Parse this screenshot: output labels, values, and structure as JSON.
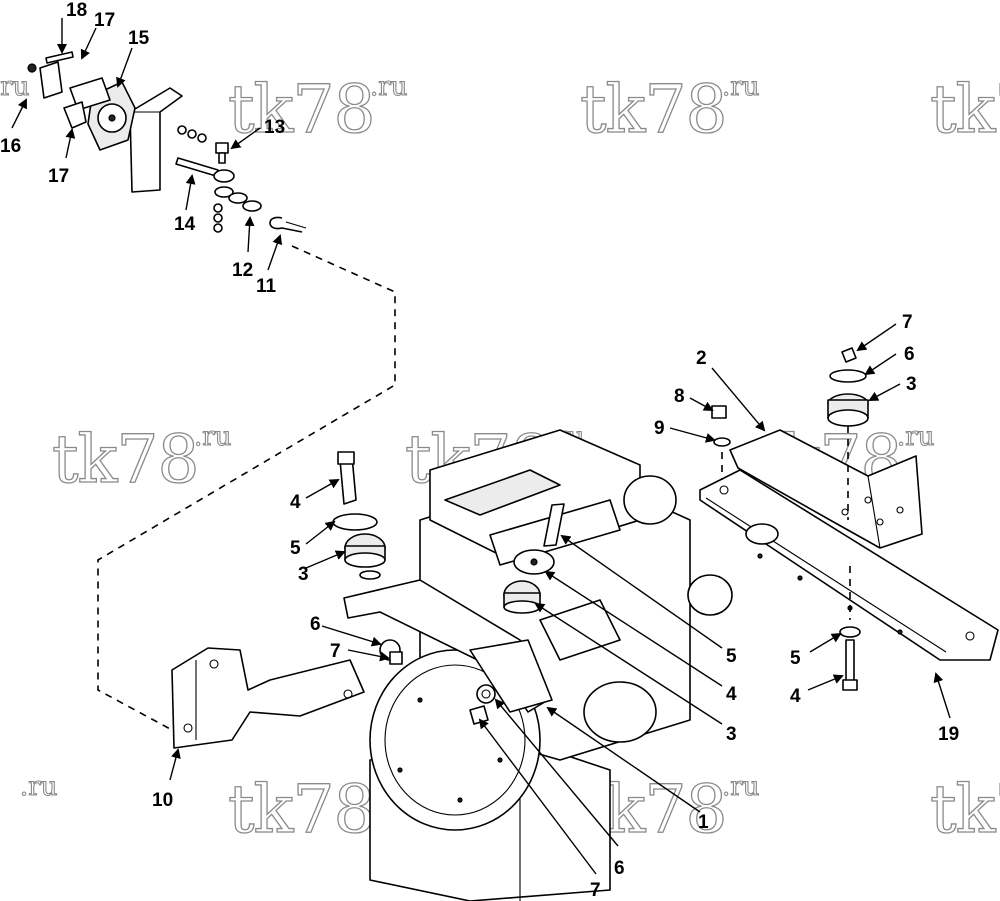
{
  "watermark": {
    "main": "tk78",
    "suffix": ".ru"
  },
  "callouts": {
    "c1": "1",
    "c2": "2",
    "c3a": "3",
    "c3b": "3",
    "c3c": "3",
    "c4a": "4",
    "c4b": "4",
    "c4c": "4",
    "c5a": "5",
    "c5b": "5",
    "c5c": "5",
    "c6a": "6",
    "c6b": "6",
    "c6c": "6",
    "c7a": "7",
    "c7b": "7",
    "c7c": "7",
    "c8": "8",
    "c9": "9",
    "c10": "10",
    "c11": "11",
    "c12": "12",
    "c13": "13",
    "c14": "14",
    "c15": "15",
    "c16": "16",
    "c17a": "17",
    "c17b": "17",
    "c18": "18",
    "c19": "19"
  }
}
